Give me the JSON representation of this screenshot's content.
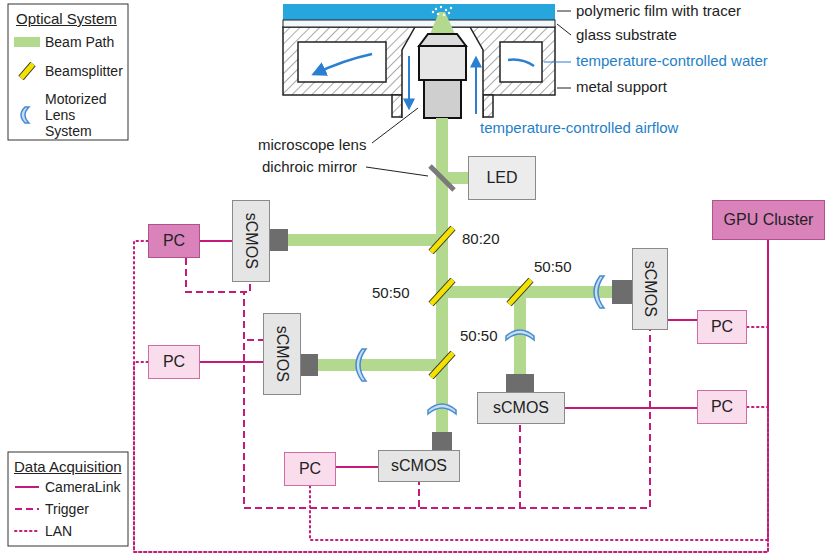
{
  "diagram": {
    "nodes": [
      {
        "text": [
          "LED"
        ]
      },
      {
        "text": [
          "PC"
        ]
      },
      {
        "text": [
          "sCMOS"
        ]
      },
      {
        "text": [
          "GPU Cluster"
        ]
      },
      {
        "text": [
          "sCMOS"
        ]
      },
      {
        "text": [
          "PC"
        ]
      },
      {
        "text": [
          "sCMOS"
        ]
      },
      {
        "text": [
          "PC"
        ]
      },
      {
        "text": [
          "sCMOS"
        ]
      },
      {
        "text": [
          "PC"
        ]
      },
      {
        "text": [
          "PC"
        ]
      },
      {
        "text": [
          "sCMOS"
        ]
      }
    ],
    "edges": [
      {
        "from": 1,
        "to": 2,
        "arrow": "none"
      },
      {
        "from": 7,
        "to": 6,
        "arrow": "none"
      },
      {
        "from": 4,
        "to": 5,
        "arrow": "none"
      },
      {
        "from": 8,
        "to": 9,
        "arrow": "none"
      },
      {
        "from": 10,
        "to": 11,
        "arrow": "none"
      },
      {
        "from": 1,
        "to": 2,
        "arrow": "none"
      },
      {
        "from": 1,
        "to": 6,
        "arrow": "none"
      },
      {
        "from": 1,
        "to": 11,
        "arrow": "none"
      },
      {
        "from": 1,
        "to": 8,
        "arrow": "none"
      },
      {
        "from": 1,
        "to": 4,
        "arrow": "none"
      },
      {
        "from": 1,
        "to": 3,
        "arrow": "none"
      },
      {
        "from": 7,
        "to": 3,
        "arrow": "none"
      },
      {
        "from": 5,
        "to": 3,
        "arrow": "none"
      },
      {
        "from": 9,
        "to": 3,
        "arrow": "none"
      },
      {
        "from": 10,
        "to": 3,
        "arrow": "none"
      }
    ],
    "labels": [
      "Optical System",
      "polymeric film with tracer",
      "glass substrate",
      "temperature-controlled water",
      "metal support",
      "microscope lens",
      "temperature-controlled airflow",
      "dichroic mirror",
      "80:20",
      "50:50",
      "50:50",
      "50:50",
      "Data Acquisition"
    ],
    "legend": [
      {
        "text": "Beam Path",
        "color": "#b3d98f"
      },
      {
        "text": "Beamsplitter"
      },
      {
        "text": "Motorized Lens System"
      },
      {
        "text": "CameraLink"
      },
      {
        "text": "Trigger"
      },
      {
        "text": "LAN"
      }
    ]
  }
}
